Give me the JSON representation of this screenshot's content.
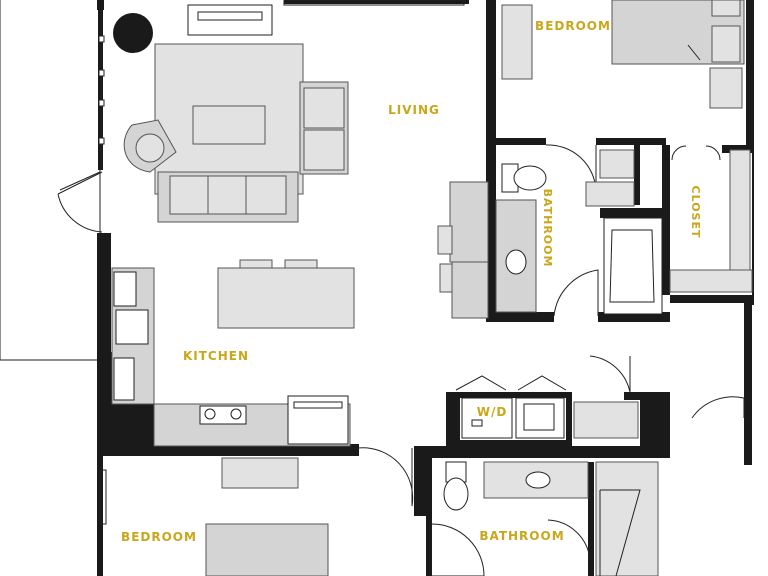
{
  "rooms": {
    "living": "LIVING",
    "bedroom_top": "BEDROOM",
    "bathroom_side": "BATHROOM",
    "closet": "CLOSET",
    "kitchen": "KITCHEN",
    "laundry": "W/D",
    "bedroom_bottom": "BEDROOM",
    "bathroom_bottom": "BATHROOM"
  },
  "colors": {
    "label": "#c9a71a",
    "wall": "#1a1a1a",
    "furniture": "#d4d4d4"
  }
}
